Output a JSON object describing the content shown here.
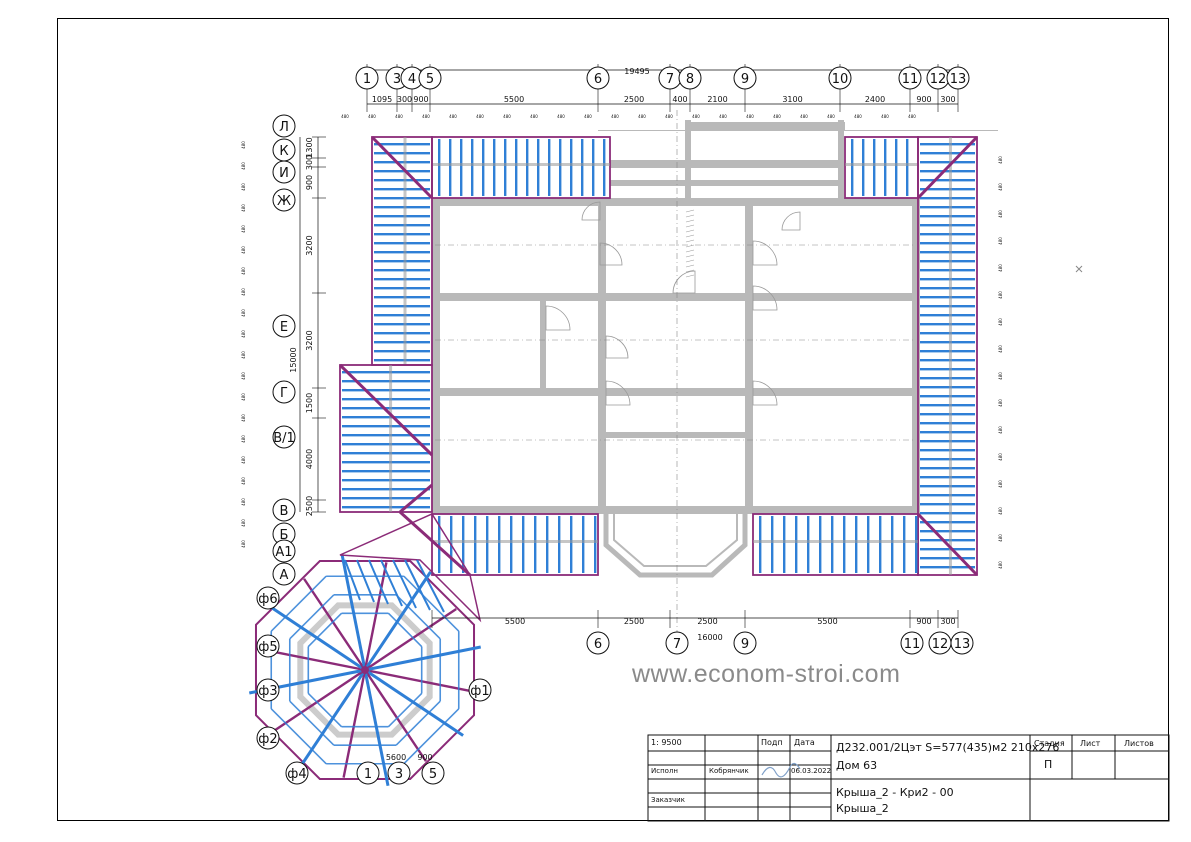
{
  "drawing": {
    "total_width_dim": "19495",
    "bottom_total_dim": "16000",
    "left_total_dim": "15000",
    "axes_top": [
      "1",
      "3",
      "4",
      "5",
      "6",
      "7",
      "8",
      "9",
      "10",
      "11",
      "12",
      "13"
    ],
    "axes_bottom_main": [
      "6",
      "7",
      "9",
      "11",
      "12",
      "13"
    ],
    "axes_bottom_octagon": [
      "1",
      "3",
      "5"
    ],
    "axes_rows": [
      "Л",
      "К",
      "И",
      "Ж",
      "Е",
      "Г",
      "В/1",
      "В",
      "Б",
      "А1",
      "А"
    ],
    "axes_octagon": [
      "ф6",
      "ф5",
      "ф3",
      "ф2",
      "ф4",
      "ф1"
    ],
    "top_dims": [
      "1095",
      "300",
      "900",
      "5500",
      "2500",
      "400",
      "2100",
      "3100",
      "2400",
      "900",
      "300"
    ],
    "bottom_dims": [
      "5500",
      "2500",
      "2500",
      "5500",
      "900",
      "300"
    ],
    "octagon_bottom_dims": [
      "5600",
      "900"
    ],
    "left_dims": [
      "1300",
      "300",
      "900",
      "3200",
      "3200",
      "1500",
      "4000",
      "2500"
    ],
    "colors": {
      "beam": "#2f7fd6",
      "hip": "#8b2b78",
      "wall": "#b9b9b9",
      "line": "#111111"
    }
  },
  "watermark": "www.econom-stroi.com",
  "title_block": {
    "scale": "1: 9500",
    "col_sign": "Подп",
    "col_date": "Дата",
    "executor_label": "Исполн",
    "executor_name": "Кобрянчик",
    "date": "06.03.2022",
    "customer_label": "Заказчик",
    "project_code": "Д232.001/2Цэт S=577(435)м2 210x276",
    "project_name": "Дом 63",
    "sheet_title": "Крыша_2 - Кри2 - 00",
    "sheet_subtitle": "Крыша_2",
    "stage_label": "Стадия",
    "stage_value": "П",
    "sheet_label": "Лист",
    "sheets_label": "Листов"
  }
}
